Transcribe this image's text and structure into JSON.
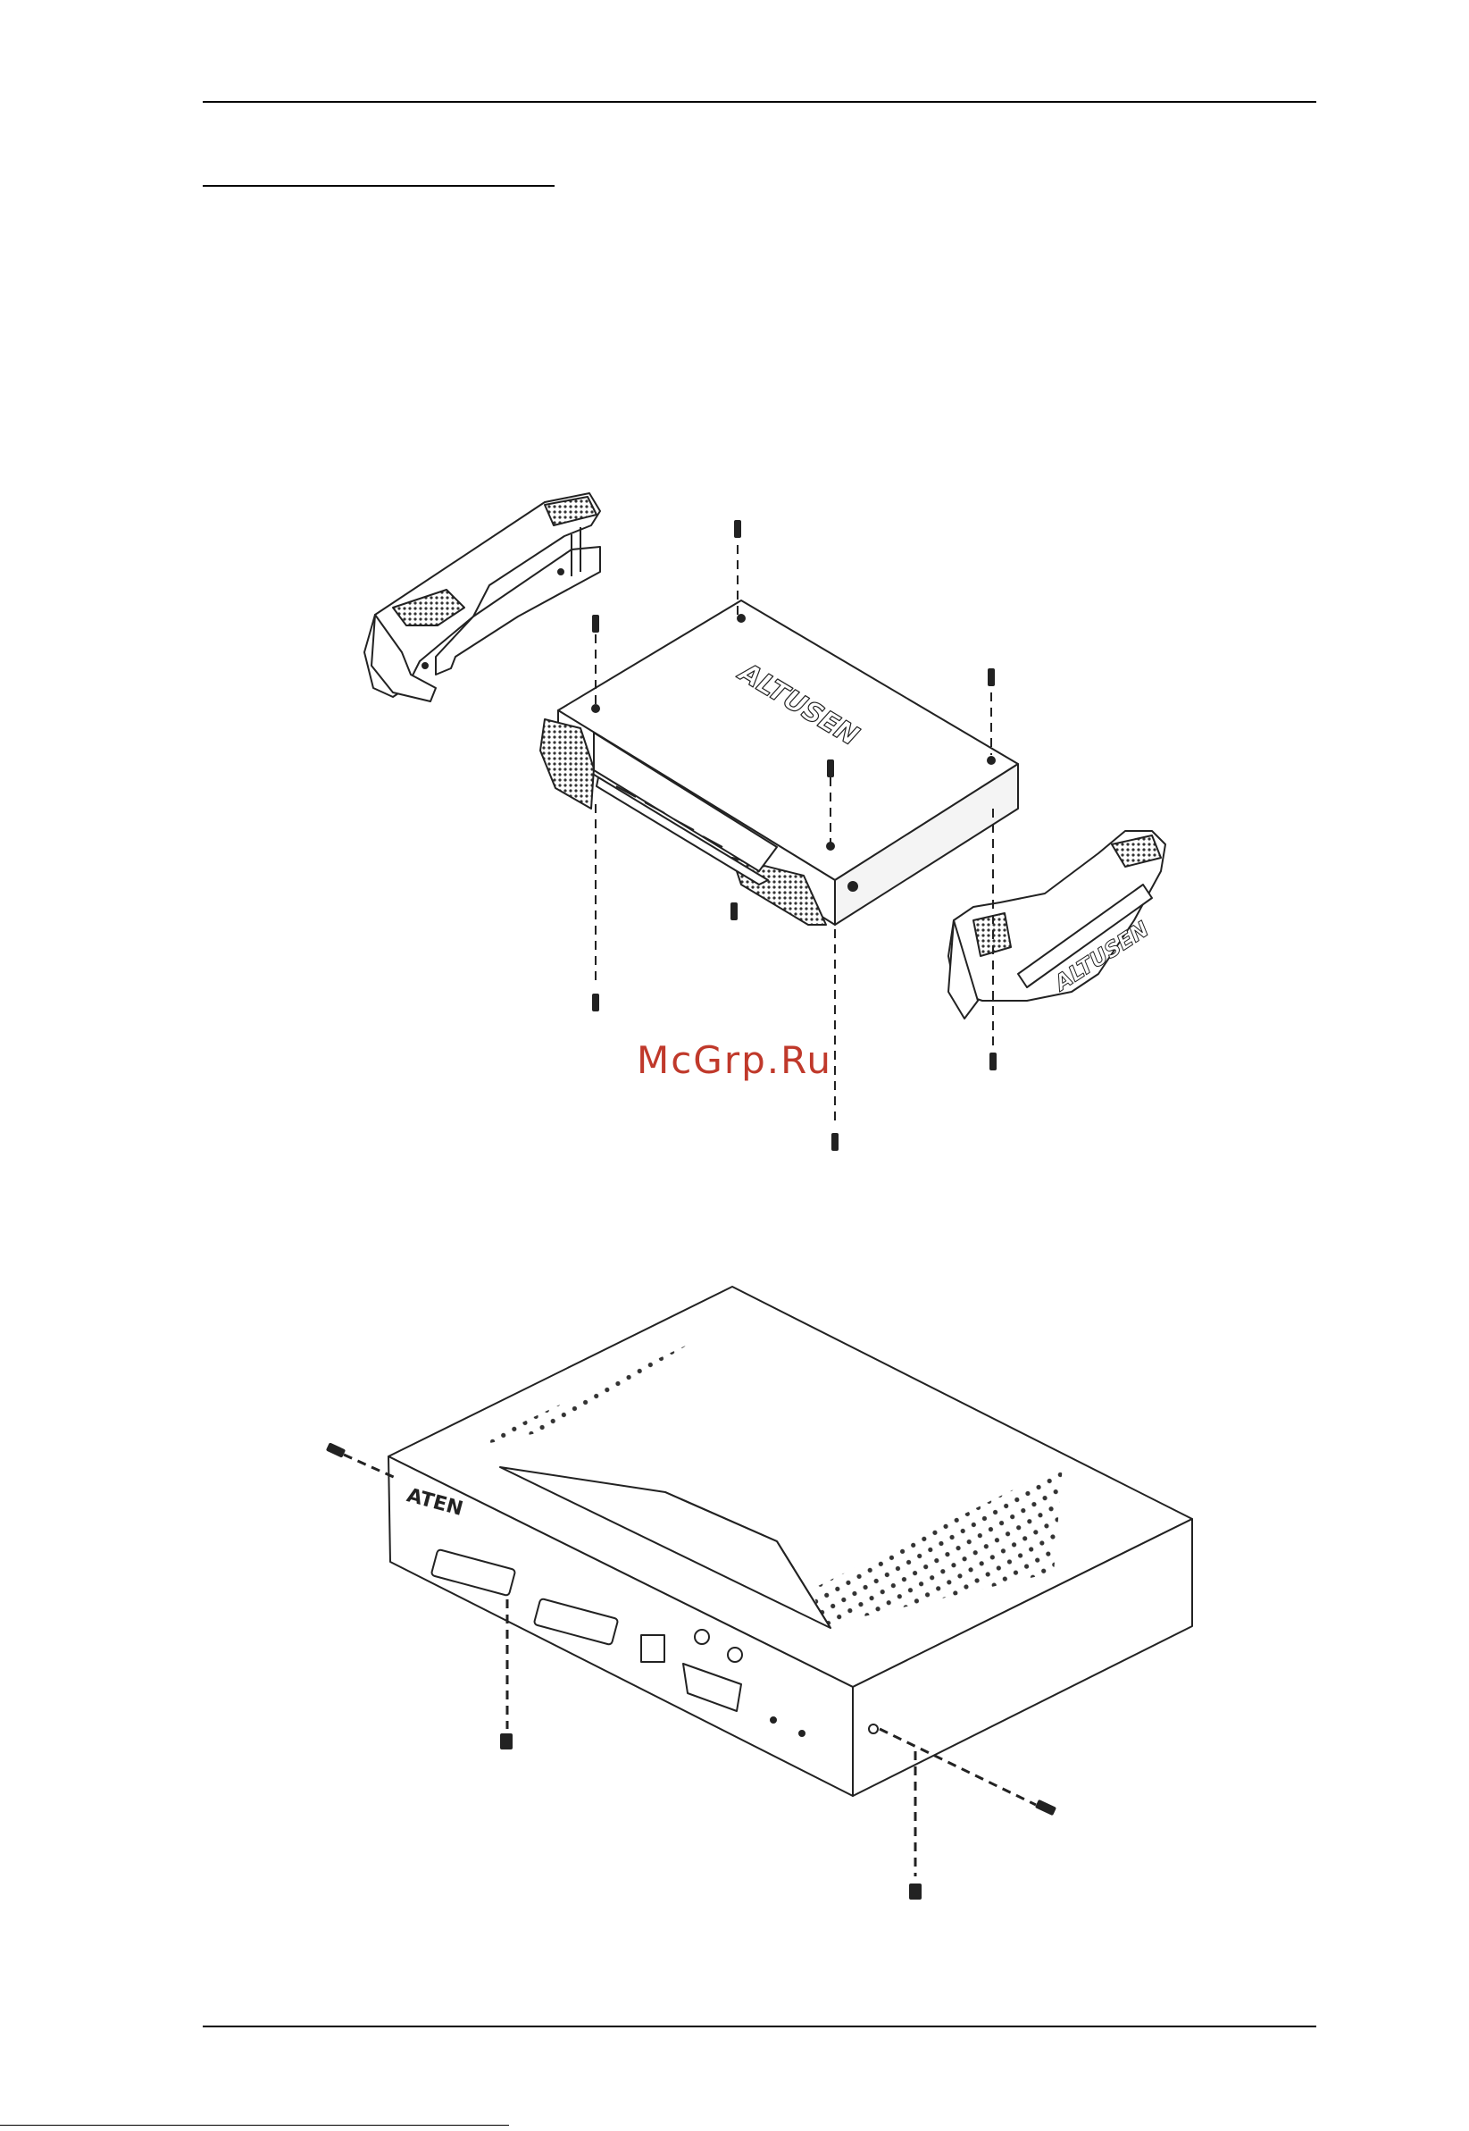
{
  "page": {
    "watermark": "McGrp.Ru",
    "watermark_color": "#c0392b"
  },
  "figure_top": {
    "brand_mark_body": "ALTUSEN",
    "brand_mark_bracket": "ALTUSEN"
  },
  "figure_bottom": {
    "brand_mark": "ATEN"
  },
  "icons": {
    "screw": "screw-icon",
    "bracket": "mounting-bracket-icon",
    "unit": "kvm-unit-icon"
  }
}
